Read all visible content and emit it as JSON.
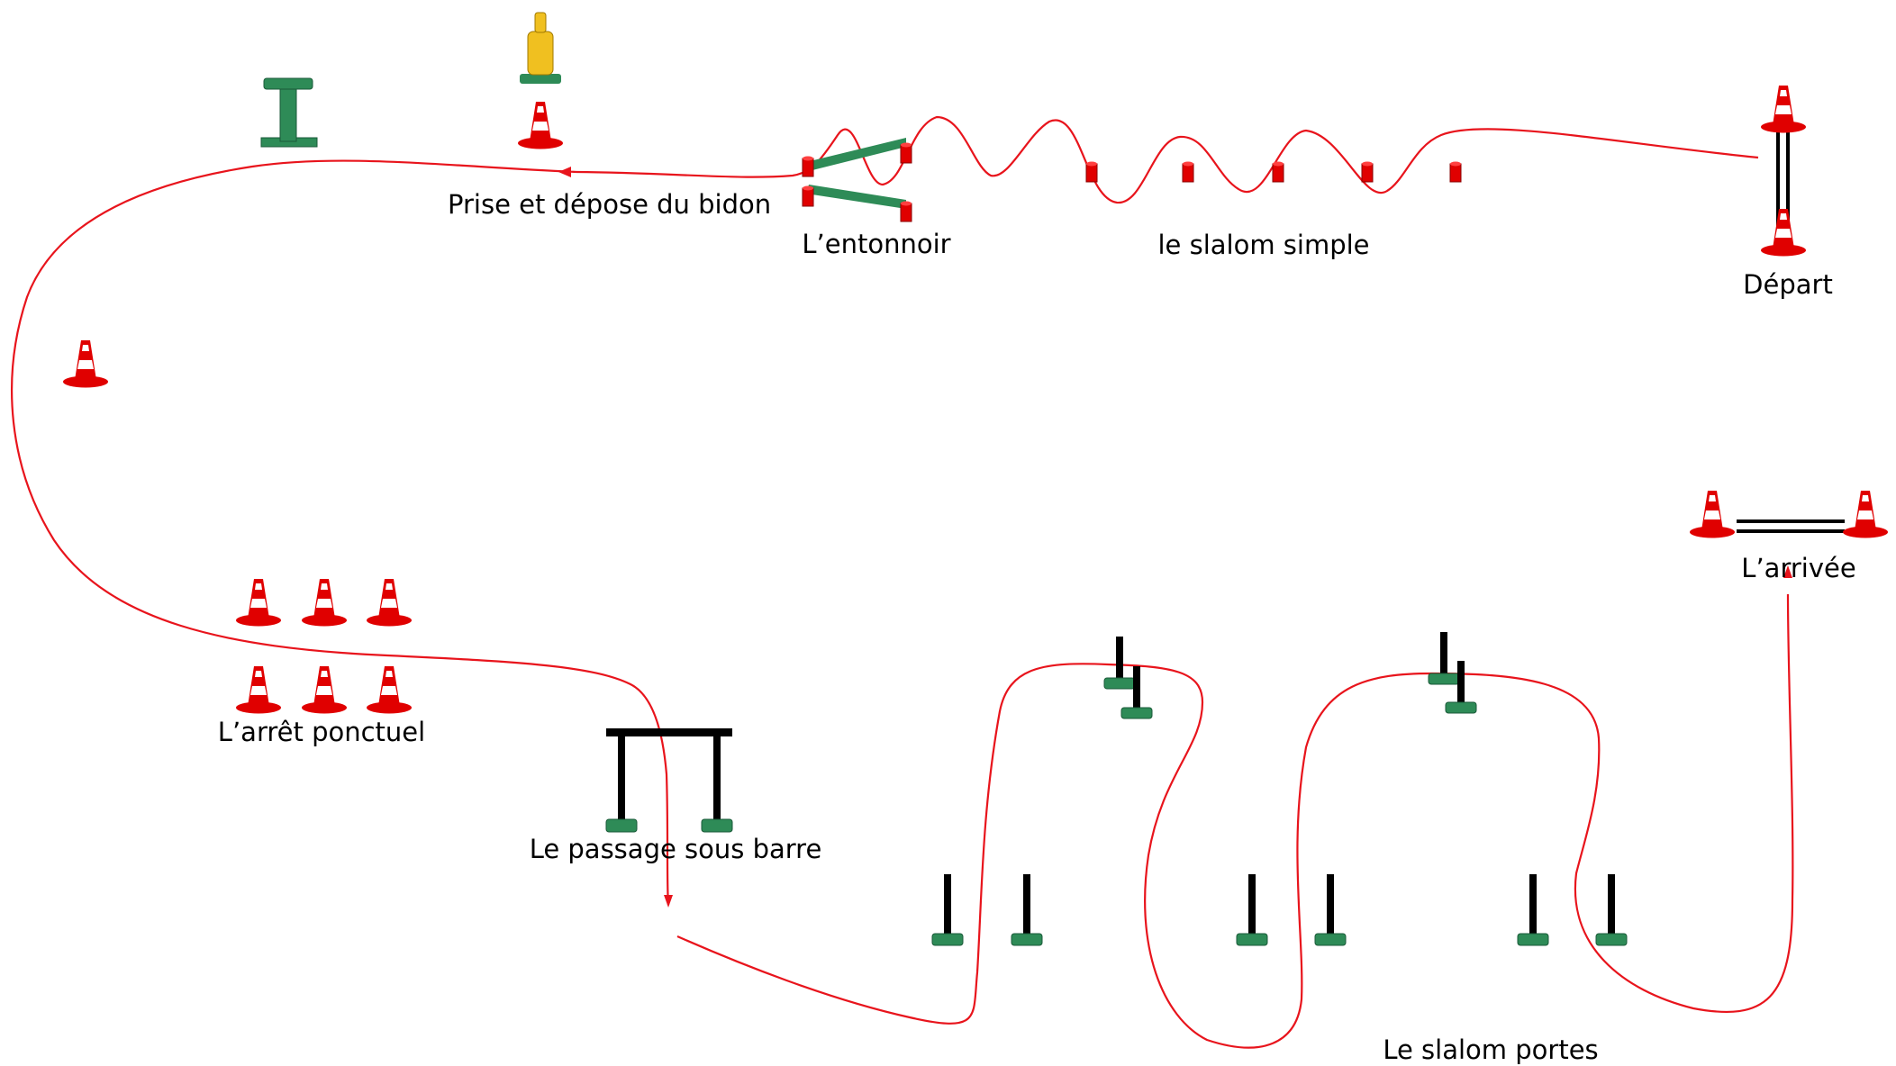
{
  "labels": {
    "prise": "Prise et dépose du bidon",
    "entonnoir": "L’entonnoir",
    "slalom_simple": "le slalom simple",
    "depart": "Départ",
    "arrivee": "L’arrivée",
    "arret": "L’arrêt ponctuel",
    "passage": "Le passage sous barre",
    "slalom_portes": "Le slalom portes"
  },
  "colors": {
    "path": "#e8141c",
    "cone": "#e00000",
    "green": "#2e8b57",
    "bidon": "#f0c020",
    "bar": "#000000"
  },
  "icons": [
    "cone-icon",
    "post-icon",
    "bidon-icon",
    "stake-icon",
    "bar-icon",
    "funnel-icon"
  ]
}
